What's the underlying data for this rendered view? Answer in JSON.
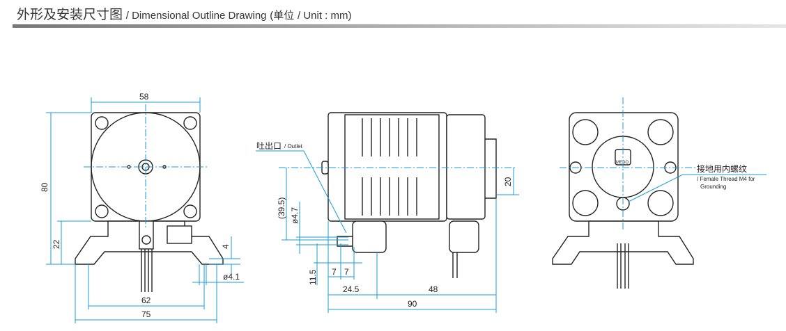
{
  "header": {
    "title_cn": "外形及安装尺寸图",
    "title_en": "/ Dimensional Outline Drawing",
    "unit_cn": "(单位",
    "unit_en": "/ Unit : mm)"
  },
  "front_view": {
    "dims": {
      "width_top": "58",
      "height": "80",
      "base_height": "22",
      "mount_span": "62",
      "base_width": "75",
      "foot_thickness": "4",
      "hole_dia": "ø4.1"
    }
  },
  "side_view": {
    "outlet_label_cn": "吐出口",
    "outlet_label_en": "/ Outlet",
    "dims": {
      "outlet_height": "(39.5)",
      "outlet_dia": "ø4.7",
      "offset_a": "7",
      "offset_b": "7",
      "nozzle_height": "11.5",
      "outlet_x": "24.5",
      "mount_pitch": "48",
      "length": "90",
      "end_offset": "20"
    }
  },
  "rear_view": {
    "ground_label_cn": "接地用内螺纹",
    "ground_label_en": "/ Female Thread M4 for",
    "ground_label_en2": "Grounding",
    "logo_text": "MEDO"
  },
  "colors": {
    "dimension": "#1a9bd7",
    "outline": "#222222"
  }
}
